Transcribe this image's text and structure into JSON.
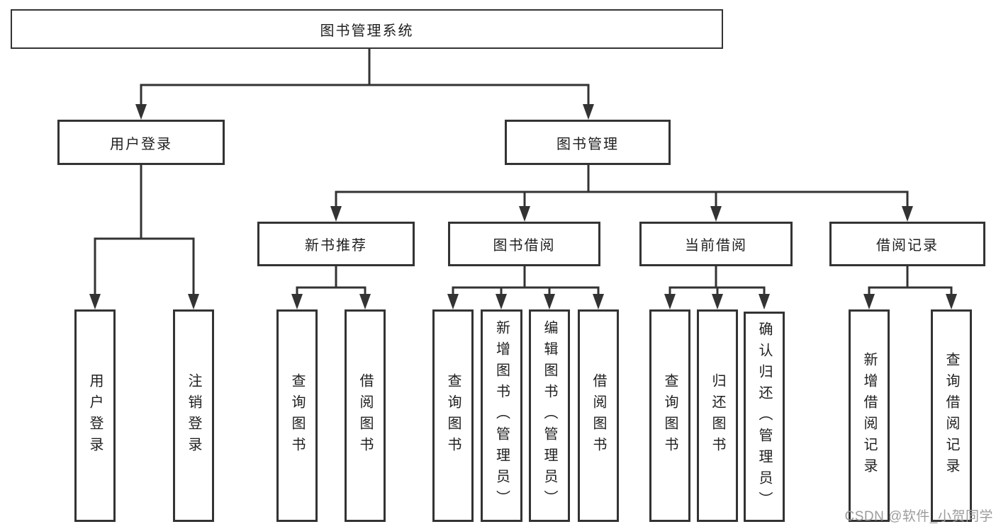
{
  "colors": {
    "line": "#333333",
    "text": "#1f1f1f",
    "watermark": "#9c9c9c",
    "background": "#ffffff"
  },
  "tree": {
    "root": {
      "label": "图书管理系统"
    },
    "branches": [
      {
        "label": "用户登录",
        "children": [
          {
            "label": "用户登录"
          },
          {
            "label": "注销登录"
          }
        ]
      },
      {
        "label": "图书管理",
        "groups": [
          {
            "label": "新书推荐",
            "children": [
              {
                "label": "查询图书"
              },
              {
                "label": "借阅图书"
              }
            ]
          },
          {
            "label": "图书借阅",
            "children": [
              {
                "label": "查询图书"
              },
              {
                "label": "新增图书（管理员）"
              },
              {
                "label": "编辑图书（管理员）"
              },
              {
                "label": "借阅图书"
              }
            ]
          },
          {
            "label": "当前借阅",
            "children": [
              {
                "label": "查询图书"
              },
              {
                "label": "归还图书"
              },
              {
                "label": "确认归还（管理员）"
              }
            ]
          },
          {
            "label": "借阅记录",
            "children": [
              {
                "label": "新增借阅记录"
              },
              {
                "label": "查询借阅记录"
              }
            ]
          }
        ]
      }
    ]
  },
  "watermark": {
    "text": "CSDN @软件_小贺同学"
  }
}
